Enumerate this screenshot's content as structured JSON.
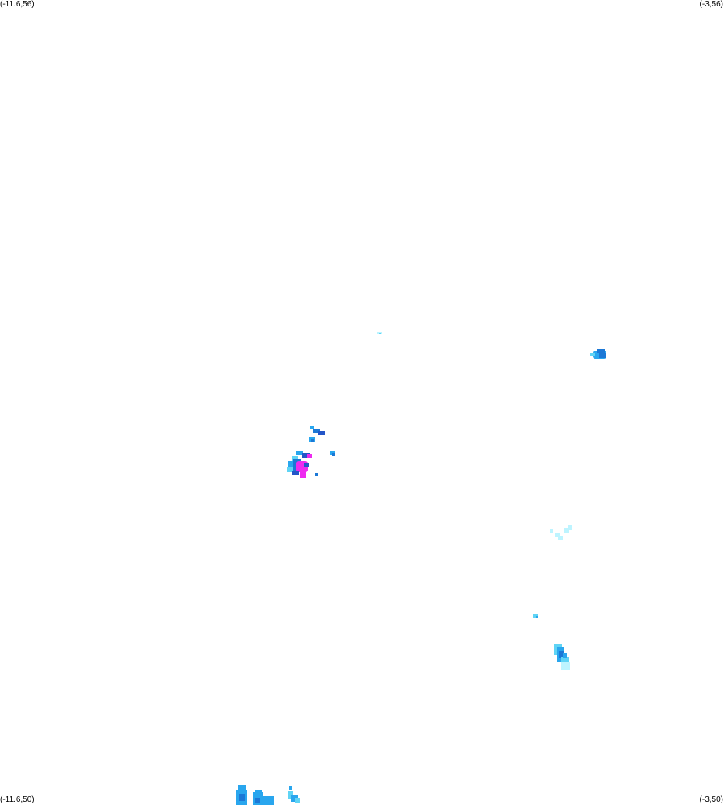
{
  "corners": {
    "top_left": "(-11.6,56)",
    "top_right": "(-3,56)",
    "bottom_left": "(-11.6,50)",
    "bottom_right": "(-3,50)"
  },
  "colors": {
    "light_cyan": "#bdf4ff",
    "cyan": "#5fd4f5",
    "sky_blue": "#29a6ee",
    "blue": "#1c78d6",
    "dark_blue": "#2456c8",
    "magenta": "#ee2af0",
    "label": "#000000"
  }
}
